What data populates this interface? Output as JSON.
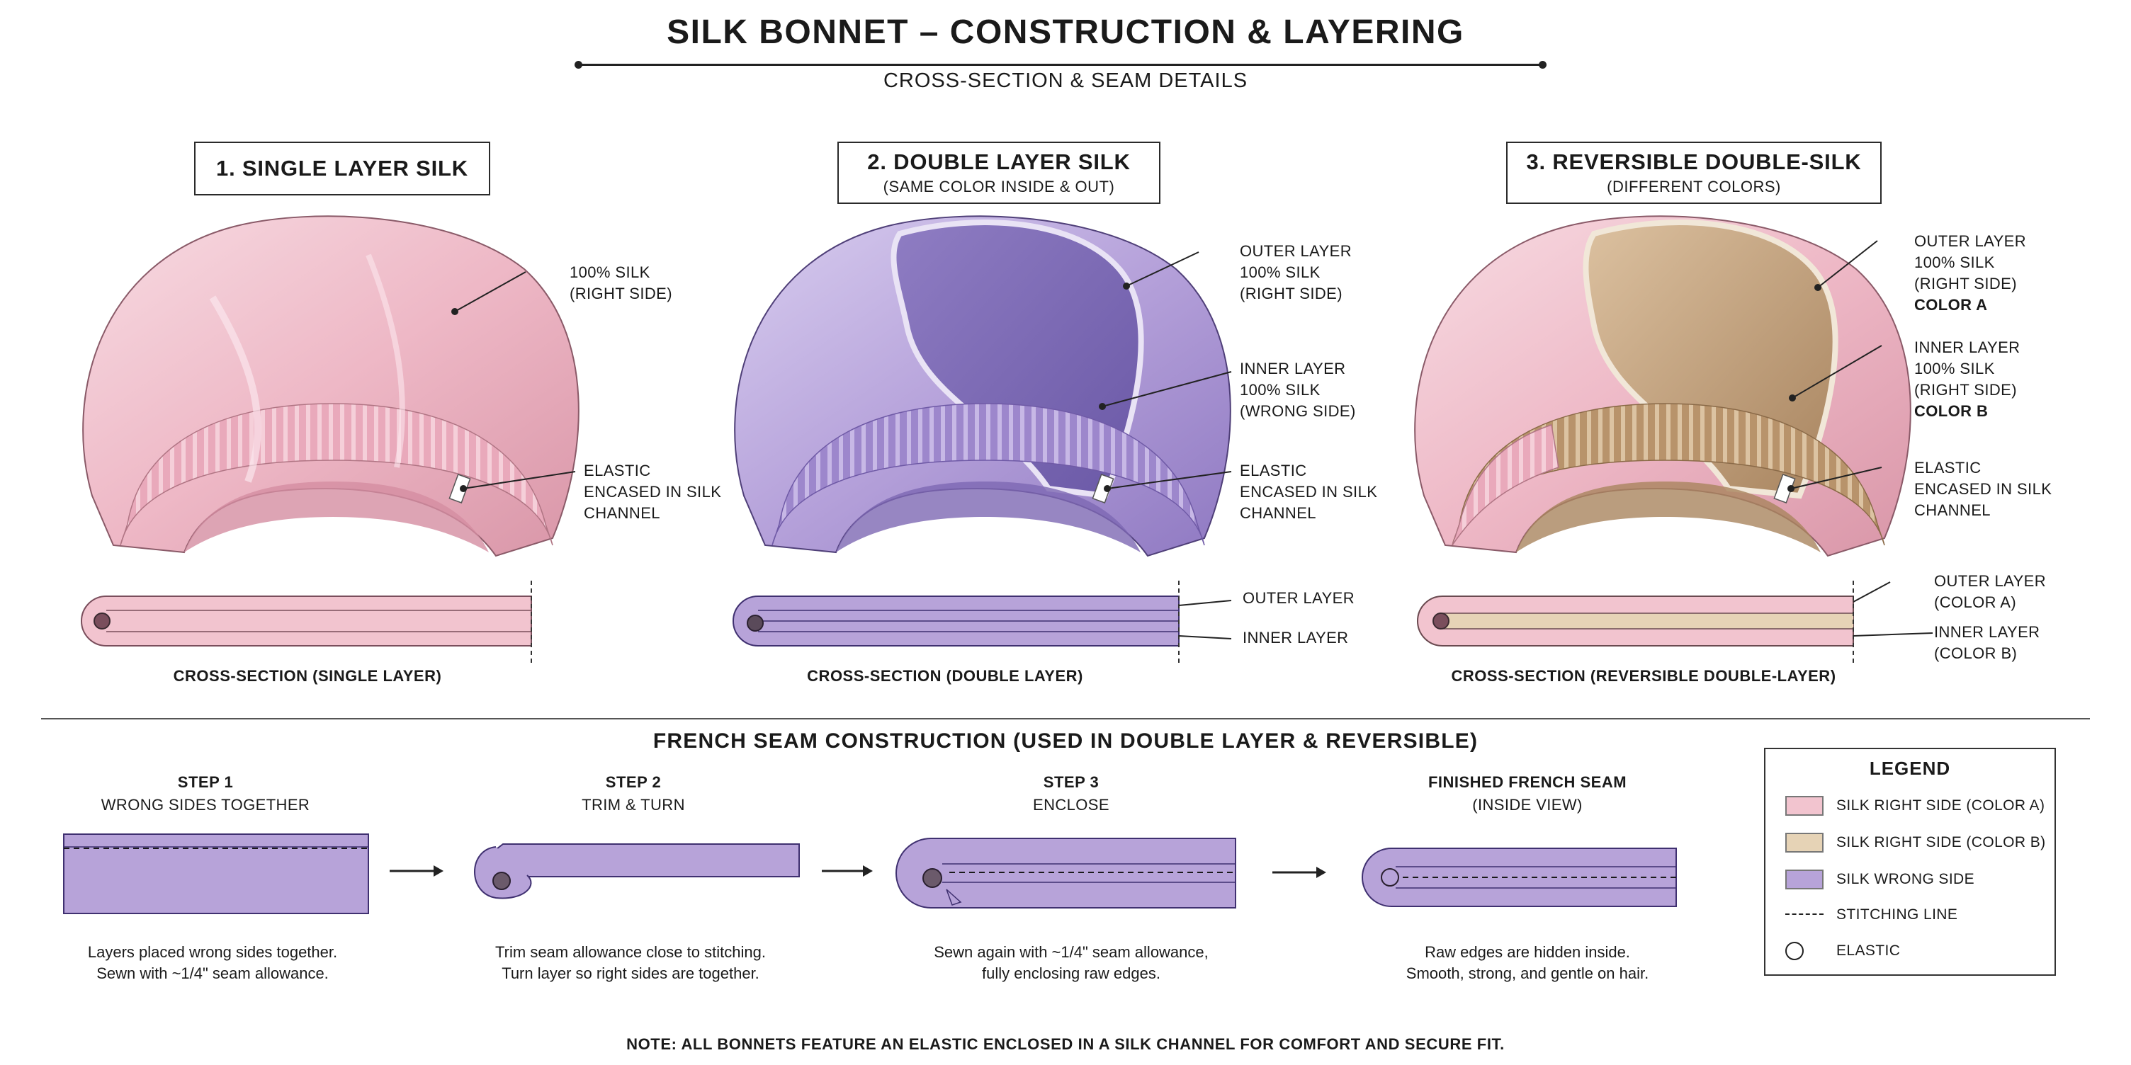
{
  "title": "SILK BONNET – CONSTRUCTION & LAYERING",
  "subtitle": "CROSS-SECTION & SEAM DETAILS",
  "panels": [
    {
      "heading": "1. SINGLE LAYER SILK",
      "subheading": "",
      "labels": {
        "silk": [
          "100% SILK",
          "(RIGHT SIDE)"
        ],
        "elastic": [
          "ELASTIC",
          "ENCASED IN SILK",
          "CHANNEL"
        ]
      },
      "section_caption": "CROSS-SECTION (SINGLE LAYER)"
    },
    {
      "heading": "2. DOUBLE LAYER SILK",
      "subheading": "(SAME COLOR INSIDE & OUT)",
      "labels": {
        "outer": [
          "OUTER LAYER",
          "100% SILK",
          "(RIGHT SIDE)"
        ],
        "inner": [
          "INNER LAYER",
          "100% SILK",
          "(WRONG SIDE)"
        ],
        "elastic": [
          "ELASTIC",
          "ENCASED IN SILK",
          "CHANNEL"
        ]
      },
      "section_labels": [
        "OUTER LAYER",
        "INNER LAYER"
      ],
      "section_caption": "CROSS-SECTION (DOUBLE LAYER)"
    },
    {
      "heading": "3. REVERSIBLE DOUBLE-SILK",
      "subheading": "(DIFFERENT COLORS)",
      "labels": {
        "outer": [
          "OUTER LAYER",
          "100% SILK",
          "(RIGHT SIDE)",
          "COLOR A"
        ],
        "inner": [
          "INNER LAYER",
          "100% SILK",
          "(RIGHT SIDE)",
          "COLOR B"
        ],
        "elastic": [
          "ELASTIC",
          "ENCASED IN SILK",
          "CHANNEL"
        ]
      },
      "section_labels": [
        [
          "OUTER LAYER",
          "(COLOR A)"
        ],
        [
          "INNER LAYER",
          "(COLOR B)"
        ]
      ],
      "section_caption": "CROSS-SECTION (REVERSIBLE DOUBLE-LAYER)"
    }
  ],
  "french_seam": {
    "title": "FRENCH SEAM CONSTRUCTION (USED IN DOUBLE LAYER & REVERSIBLE)",
    "steps": [
      {
        "heading": "STEP 1",
        "sub": "WRONG SIDES TOGETHER",
        "desc": [
          "Layers placed wrong sides together.",
          "Sewn with ~1/4\" seam allowance."
        ]
      },
      {
        "heading": "STEP 2",
        "sub": "TRIM & TURN",
        "desc": [
          "Trim seam allowance close to stitching.",
          "Turn layer so right sides are together."
        ]
      },
      {
        "heading": "STEP 3",
        "sub": "ENCLOSE",
        "desc": [
          "Sewn again with ~1/4\" seam allowance,",
          "fully enclosing raw edges."
        ]
      },
      {
        "heading": "FINISHED FRENCH SEAM",
        "sub": "(INSIDE VIEW)",
        "desc": [
          "Raw edges are hidden inside.",
          "Smooth, strong, and gentle on hair."
        ]
      }
    ]
  },
  "legend": {
    "title": "LEGEND",
    "items": [
      {
        "label": "SILK RIGHT SIDE (COLOR A)",
        "color": "#f2c4cf"
      },
      {
        "label": "SILK RIGHT SIDE (COLOR B)",
        "color": "#e6d3b6"
      },
      {
        "label": "SILK WRONG SIDE",
        "color": "#b7a3d9"
      },
      {
        "label": "STITCHING LINE",
        "icon": "dashed-line"
      },
      {
        "label": "ELASTIC",
        "icon": "circle"
      }
    ]
  },
  "note": "NOTE: ALL BONNETS FEATURE AN ELASTIC ENCLOSED IN A SILK CHANNEL FOR COMFORT AND SECURE FIT.",
  "colors": {
    "pink": "#f2c4cf",
    "pink_dark": "#d993a6",
    "lavender": "#b7a3d9",
    "lavender_dark": "#7e68b5",
    "tan": "#c9a27a",
    "tan_light": "#e6d3b6",
    "ink": "#1a1a1a"
  }
}
